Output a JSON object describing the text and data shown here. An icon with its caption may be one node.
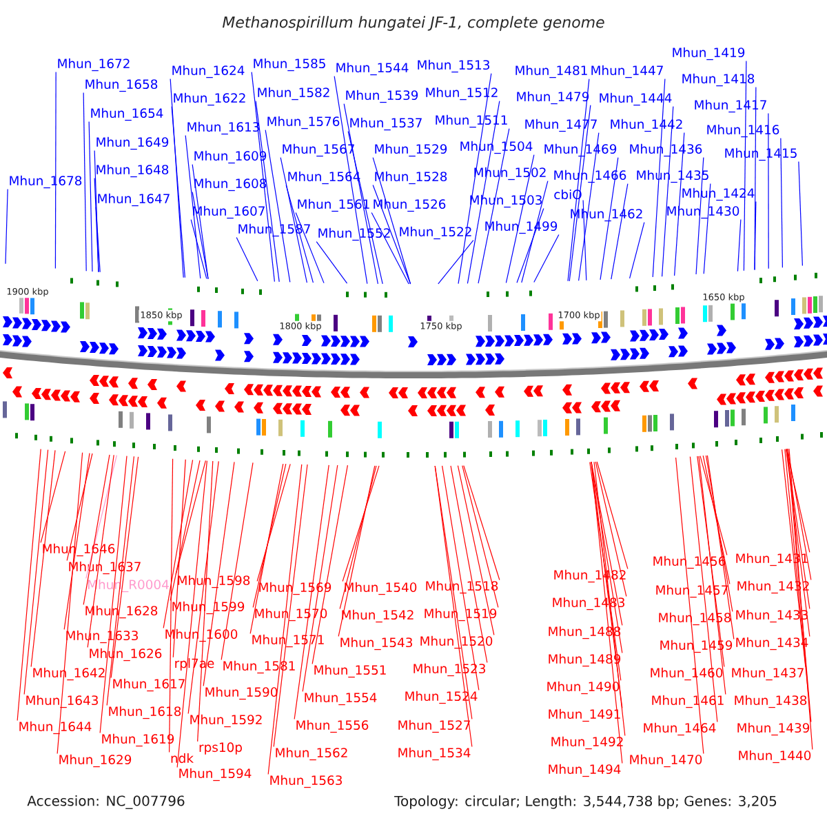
{
  "diagram": {
    "title": "Methanospirillum hungatei JF-1, complete genome",
    "nodes": [
      {
        "text": [
          "Mhun_1672"
        ]
      },
      {
        "text": [
          "Mhun_1658"
        ]
      },
      {
        "text": [
          "Mhun_1654"
        ]
      },
      {
        "text": [
          "Mhun_1649"
        ]
      },
      {
        "text": [
          "Mhun_1648"
        ]
      },
      {
        "text": [
          "Mhun_1647"
        ]
      },
      {
        "text": [
          "Mhun_1678"
        ]
      },
      {
        "text": [
          "Mhun_1624"
        ]
      },
      {
        "text": [
          "Mhun_1622"
        ]
      },
      {
        "text": [
          "Mhun_1613"
        ]
      },
      {
        "text": [
          "Mhun_1609"
        ]
      },
      {
        "text": [
          "Mhun_1608"
        ]
      },
      {
        "text": [
          "Mhun_1607"
        ]
      },
      {
        "text": [
          "Mhun_1585"
        ]
      },
      {
        "text": [
          "Mhun_1582"
        ]
      },
      {
        "text": [
          "Mhun_1576"
        ]
      },
      {
        "text": [
          "Mhun_1567"
        ]
      },
      {
        "text": [
          "Mhun_1564"
        ]
      },
      {
        "text": [
          "Mhun_1561"
        ]
      },
      {
        "text": [
          "Mhun_1587"
        ]
      },
      {
        "text": [
          "Mhun_1552"
        ]
      },
      {
        "text": [
          "Mhun_1544"
        ]
      },
      {
        "text": [
          "Mhun_1539"
        ]
      },
      {
        "text": [
          "Mhun_1537"
        ]
      },
      {
        "text": [
          "Mhun_1529"
        ]
      },
      {
        "text": [
          "Mhun_1528"
        ]
      },
      {
        "text": [
          "Mhun_1526"
        ]
      },
      {
        "text": [
          "Mhun_1522"
        ]
      },
      {
        "text": [
          "Mhun_1513"
        ]
      },
      {
        "text": [
          "Mhun_1512"
        ]
      },
      {
        "text": [
          "Mhun_1511"
        ]
      },
      {
        "text": [
          "Mhun_1504"
        ]
      },
      {
        "text": [
          "Mhun_1502"
        ]
      },
      {
        "text": [
          "Mhun_1503"
        ]
      },
      {
        "text": [
          "Mhun_1499"
        ]
      },
      {
        "text": [
          "Mhun_1481"
        ]
      },
      {
        "text": [
          "Mhun_1479"
        ]
      },
      {
        "text": [
          "Mhun_1477"
        ]
      },
      {
        "text": [
          "Mhun_1469"
        ]
      },
      {
        "text": [
          "Mhun_1466"
        ]
      },
      {
        "text": [
          "cbiO"
        ]
      },
      {
        "text": [
          "Mhun_1462"
        ]
      },
      {
        "text": [
          "Mhun_1447"
        ]
      },
      {
        "text": [
          "Mhun_1444"
        ]
      },
      {
        "text": [
          "Mhun_1442"
        ]
      },
      {
        "text": [
          "Mhun_1436"
        ]
      },
      {
        "text": [
          "Mhun_1435"
        ]
      },
      {
        "text": [
          "Mhun_1424"
        ]
      },
      {
        "text": [
          "Mhun_1430"
        ]
      },
      {
        "text": [
          "Mhun_1419"
        ]
      },
      {
        "text": [
          "Mhun_1418"
        ]
      },
      {
        "text": [
          "Mhun_1417"
        ]
      },
      {
        "text": [
          "Mhun_1416"
        ]
      },
      {
        "text": [
          "Mhun_1415"
        ]
      },
      {
        "text": [
          "Mhun_1646"
        ]
      },
      {
        "text": [
          "Mhun_1637"
        ]
      },
      {
        "text": [
          "Mhun_R0004"
        ]
      },
      {
        "text": [
          "Mhun_1628"
        ]
      },
      {
        "text": [
          "Mhun_1633"
        ]
      },
      {
        "text": [
          "Mhun_1626"
        ]
      },
      {
        "text": [
          "Mhun_1642"
        ]
      },
      {
        "text": [
          "Mhun_1617"
        ]
      },
      {
        "text": [
          "Mhun_1643"
        ]
      },
      {
        "text": [
          "Mhun_1618"
        ]
      },
      {
        "text": [
          "Mhun_1644"
        ]
      },
      {
        "text": [
          "Mhun_1619"
        ]
      },
      {
        "text": [
          "Mhun_1629"
        ]
      },
      {
        "text": [
          "Mhun_1598"
        ]
      },
      {
        "text": [
          "Mhun_1599"
        ]
      },
      {
        "text": [
          "Mhun_1600"
        ]
      },
      {
        "text": [
          "rpl7ae"
        ]
      },
      {
        "text": [
          "Mhun_1581"
        ]
      },
      {
        "text": [
          "Mhun_1590"
        ]
      },
      {
        "text": [
          "Mhun_1592"
        ]
      },
      {
        "text": [
          "rps10p"
        ]
      },
      {
        "text": [
          "ndk"
        ]
      },
      {
        "text": [
          "Mhun_1594"
        ]
      },
      {
        "text": [
          "Mhun_1569"
        ]
      },
      {
        "text": [
          "Mhun_1570"
        ]
      },
      {
        "text": [
          "Mhun_1571"
        ]
      },
      {
        "text": [
          "Mhun_1551"
        ]
      },
      {
        "text": [
          "Mhun_1554"
        ]
      },
      {
        "text": [
          "Mhun_1556"
        ]
      },
      {
        "text": [
          "Mhun_1562"
        ]
      },
      {
        "text": [
          "Mhun_1563"
        ]
      },
      {
        "text": [
          "Mhun_1540"
        ]
      },
      {
        "text": [
          "Mhun_1542"
        ]
      },
      {
        "text": [
          "Mhun_1543"
        ]
      },
      {
        "text": [
          "Mhun_1518"
        ]
      },
      {
        "text": [
          "Mhun_1519"
        ]
      },
      {
        "text": [
          "Mhun_1520"
        ]
      },
      {
        "text": [
          "Mhun_1523"
        ]
      },
      {
        "text": [
          "Mhun_1524"
        ]
      },
      {
        "text": [
          "Mhun_1527"
        ]
      },
      {
        "text": [
          "Mhun_1534"
        ]
      },
      {
        "text": [
          "Mhun_1482"
        ]
      },
      {
        "text": [
          "Mhun_1483"
        ]
      },
      {
        "text": [
          "Mhun_1488"
        ]
      },
      {
        "text": [
          "Mhun_1489"
        ]
      },
      {
        "text": [
          "Mhun_1490"
        ]
      },
      {
        "text": [
          "Mhun_1491"
        ]
      },
      {
        "text": [
          "Mhun_1492"
        ]
      },
      {
        "text": [
          "Mhun_1494"
        ]
      },
      {
        "text": [
          "Mhun_1470"
        ]
      },
      {
        "text": [
          "Mhun_1456"
        ]
      },
      {
        "text": [
          "Mhun_1457"
        ]
      },
      {
        "text": [
          "Mhun_1458"
        ]
      },
      {
        "text": [
          "Mhun_1459"
        ]
      },
      {
        "text": [
          "Mhun_1460"
        ]
      },
      {
        "text": [
          "Mhun_1461"
        ]
      },
      {
        "text": [
          "Mhun_1464"
        ]
      },
      {
        "text": [
          "Mhun_1431"
        ]
      },
      {
        "text": [
          "Mhun_1432"
        ]
      },
      {
        "text": [
          "Mhun_1433"
        ]
      },
      {
        "text": [
          "Mhun_1434"
        ]
      },
      {
        "text": [
          "Mhun_1437"
        ]
      },
      {
        "text": [
          "Mhun_1438"
        ]
      },
      {
        "text": [
          "Mhun_1439"
        ]
      },
      {
        "text": [
          "Mhun_1440"
        ]
      }
    ],
    "edges": [
      {
        "from": 0,
        "to": null,
        "arrow": "none",
        "color": "#0000ff"
      },
      {
        "from": 1,
        "to": null,
        "arrow": "none",
        "color": "#0000ff"
      },
      {
        "from": 2,
        "to": null,
        "arrow": "none",
        "color": "#0000ff"
      },
      {
        "from": 3,
        "to": null,
        "arrow": "none",
        "color": "#0000ff"
      },
      {
        "from": 4,
        "to": null,
        "arrow": "none",
        "color": "#0000ff"
      },
      {
        "from": 5,
        "to": null,
        "arrow": "none",
        "color": "#0000ff"
      },
      {
        "from": 6,
        "to": null,
        "arrow": "none",
        "color": "#0000ff"
      },
      {
        "from": 7,
        "to": null,
        "arrow": "none",
        "color": "#0000ff"
      },
      {
        "from": 8,
        "to": null,
        "arrow": "none",
        "color": "#0000ff"
      },
      {
        "from": 9,
        "to": null,
        "arrow": "none",
        "color": "#0000ff"
      },
      {
        "from": 10,
        "to": null,
        "arrow": "none",
        "color": "#0000ff"
      },
      {
        "from": 11,
        "to": null,
        "arrow": "none",
        "color": "#0000ff"
      },
      {
        "from": 12,
        "to": null,
        "arrow": "none",
        "color": "#0000ff"
      },
      {
        "from": 13,
        "to": null,
        "arrow": "none",
        "color": "#0000ff"
      },
      {
        "from": 14,
        "to": null,
        "arrow": "none",
        "color": "#0000ff"
      },
      {
        "from": 15,
        "to": null,
        "arrow": "none",
        "color": "#0000ff"
      },
      {
        "from": 16,
        "to": null,
        "arrow": "none",
        "color": "#0000ff"
      },
      {
        "from": 17,
        "to": null,
        "arrow": "none",
        "color": "#0000ff"
      },
      {
        "from": 18,
        "to": null,
        "arrow": "none",
        "color": "#0000ff"
      },
      {
        "from": 19,
        "to": null,
        "arrow": "none",
        "color": "#0000ff"
      },
      {
        "from": 20,
        "to": null,
        "arrow": "none",
        "color": "#0000ff"
      },
      {
        "from": 21,
        "to": null,
        "arrow": "none",
        "color": "#0000ff"
      },
      {
        "from": 22,
        "to": null,
        "arrow": "none",
        "color": "#0000ff"
      },
      {
        "from": 23,
        "to": null,
        "arrow": "none",
        "color": "#0000ff"
      },
      {
        "from": 24,
        "to": null,
        "arrow": "none",
        "color": "#0000ff"
      },
      {
        "from": 25,
        "to": null,
        "arrow": "none",
        "color": "#0000ff"
      },
      {
        "from": 26,
        "to": null,
        "arrow": "none",
        "color": "#0000ff"
      },
      {
        "from": 27,
        "to": null,
        "arrow": "none",
        "color": "#0000ff"
      },
      {
        "from": 28,
        "to": null,
        "arrow": "none",
        "color": "#0000ff"
      },
      {
        "from": 29,
        "to": null,
        "arrow": "none",
        "color": "#0000ff"
      },
      {
        "from": 30,
        "to": null,
        "arrow": "none",
        "color": "#0000ff"
      },
      {
        "from": 31,
        "to": null,
        "arrow": "none",
        "color": "#0000ff"
      },
      {
        "from": 32,
        "to": null,
        "arrow": "none",
        "color": "#0000ff"
      },
      {
        "from": 33,
        "to": null,
        "arrow": "none",
        "color": "#0000ff"
      },
      {
        "from": 34,
        "to": null,
        "arrow": "none",
        "color": "#0000ff"
      },
      {
        "from": 35,
        "to": null,
        "arrow": "none",
        "color": "#0000ff"
      },
      {
        "from": 36,
        "to": null,
        "arrow": "none",
        "color": "#0000ff"
      },
      {
        "from": 37,
        "to": null,
        "arrow": "none",
        "color": "#0000ff"
      },
      {
        "from": 38,
        "to": null,
        "arrow": "none",
        "color": "#0000ff"
      },
      {
        "from": 39,
        "to": null,
        "arrow": "none",
        "color": "#0000ff"
      },
      {
        "from": 40,
        "to": null,
        "arrow": "none",
        "color": "#0000ff"
      },
      {
        "from": 41,
        "to": null,
        "arrow": "none",
        "color": "#0000ff"
      },
      {
        "from": 42,
        "to": null,
        "arrow": "none",
        "color": "#0000ff"
      },
      {
        "from": 43,
        "to": null,
        "arrow": "none",
        "color": "#0000ff"
      },
      {
        "from": 44,
        "to": null,
        "arrow": "none",
        "color": "#0000ff"
      },
      {
        "from": 45,
        "to": null,
        "arrow": "none",
        "color": "#0000ff"
      },
      {
        "from": 46,
        "to": null,
        "arrow": "none",
        "color": "#0000ff"
      },
      {
        "from": 47,
        "to": null,
        "arrow": "none",
        "color": "#0000ff"
      },
      {
        "from": 48,
        "to": null,
        "arrow": "none",
        "color": "#0000ff"
      },
      {
        "from": 49,
        "to": null,
        "arrow": "none",
        "color": "#0000ff"
      },
      {
        "from": 50,
        "to": null,
        "arrow": "none",
        "color": "#0000ff"
      },
      {
        "from": 51,
        "to": null,
        "arrow": "none",
        "color": "#0000ff"
      },
      {
        "from": 52,
        "to": null,
        "arrow": "none",
        "color": "#0000ff"
      },
      {
        "from": 53,
        "to": null,
        "arrow": "none",
        "color": "#0000ff"
      },
      {
        "from": 54,
        "to": null,
        "arrow": "none"
      },
      {
        "from": 55,
        "to": null,
        "arrow": "none"
      },
      {
        "from": 56,
        "to": null,
        "arrow": "none",
        "color": "#ff99cc"
      },
      {
        "from": 57,
        "to": null,
        "arrow": "none"
      },
      {
        "from": 58,
        "to": null,
        "arrow": "none"
      },
      {
        "from": 59,
        "to": null,
        "arrow": "none"
      },
      {
        "from": 60,
        "to": null,
        "arrow": "none"
      },
      {
        "from": 61,
        "to": null,
        "arrow": "none"
      },
      {
        "from": 62,
        "to": null,
        "arrow": "none"
      },
      {
        "from": 63,
        "to": null,
        "arrow": "none"
      },
      {
        "from": 64,
        "to": null,
        "arrow": "none"
      },
      {
        "from": 65,
        "to": null,
        "arrow": "none"
      },
      {
        "from": 66,
        "to": null,
        "arrow": "none"
      },
      {
        "from": 67,
        "to": null,
        "arrow": "none"
      },
      {
        "from": 68,
        "to": null,
        "arrow": "none"
      },
      {
        "from": 69,
        "to": null,
        "arrow": "none"
      },
      {
        "from": 70,
        "to": null,
        "arrow": "none"
      },
      {
        "from": 71,
        "to": null,
        "arrow": "none"
      },
      {
        "from": 72,
        "to": null,
        "arrow": "none"
      },
      {
        "from": 73,
        "to": null,
        "arrow": "none"
      },
      {
        "from": 74,
        "to": null,
        "arrow": "none"
      },
      {
        "from": 75,
        "to": null,
        "arrow": "none"
      },
      {
        "from": 76,
        "to": null,
        "arrow": "none"
      },
      {
        "from": 77,
        "to": null,
        "arrow": "none"
      },
      {
        "from": 78,
        "to": null,
        "arrow": "none"
      },
      {
        "from": 79,
        "to": null,
        "arrow": "none"
      },
      {
        "from": 80,
        "to": null,
        "arrow": "none"
      },
      {
        "from": 81,
        "to": null,
        "arrow": "none"
      },
      {
        "from": 82,
        "to": null,
        "arrow": "none"
      },
      {
        "from": 83,
        "to": null,
        "arrow": "none"
      },
      {
        "from": 84,
        "to": null,
        "arrow": "none"
      },
      {
        "from": 85,
        "to": null,
        "arrow": "none"
      },
      {
        "from": 86,
        "to": null,
        "arrow": "none"
      },
      {
        "from": 87,
        "to": null,
        "arrow": "none"
      },
      {
        "from": 88,
        "to": null,
        "arrow": "none"
      },
      {
        "from": 89,
        "to": null,
        "arrow": "none"
      },
      {
        "from": 90,
        "to": null,
        "arrow": "none"
      },
      {
        "from": 91,
        "to": null,
        "arrow": "none"
      },
      {
        "from": 92,
        "to": null,
        "arrow": "none"
      },
      {
        "from": 93,
        "to": null,
        "arrow": "none"
      },
      {
        "from": 94,
        "to": null,
        "arrow": "none"
      },
      {
        "from": 95,
        "to": null,
        "arrow": "none"
      },
      {
        "from": 96,
        "to": null,
        "arrow": "none"
      },
      {
        "from": 97,
        "to": null,
        "arrow": "none"
      },
      {
        "from": 98,
        "to": null,
        "arrow": "none"
      },
      {
        "from": 99,
        "to": null,
        "arrow": "none"
      },
      {
        "from": 100,
        "to": null,
        "arrow": "none"
      },
      {
        "from": 101,
        "to": null,
        "arrow": "none"
      },
      {
        "from": 102,
        "to": null,
        "arrow": "none"
      },
      {
        "from": 103,
        "to": null,
        "arrow": "none"
      },
      {
        "from": 104,
        "to": null,
        "arrow": "none"
      },
      {
        "from": 105,
        "to": null,
        "arrow": "none"
      },
      {
        "from": 106,
        "to": null,
        "arrow": "none"
      },
      {
        "from": 107,
        "to": null,
        "arrow": "none"
      },
      {
        "from": 108,
        "to": null,
        "arrow": "none"
      },
      {
        "from": 109,
        "to": null,
        "arrow": "none"
      },
      {
        "from": 110,
        "to": null,
        "arrow": "none"
      },
      {
        "from": 111,
        "to": null,
        "arrow": "none"
      },
      {
        "from": 112,
        "to": null,
        "arrow": "none"
      },
      {
        "from": 113,
        "to": null,
        "arrow": "none"
      },
      {
        "from": 114,
        "to": null,
        "arrow": "none"
      },
      {
        "from": 115,
        "to": null,
        "arrow": "none"
      },
      {
        "from": 116,
        "to": null,
        "arrow": "none"
      },
      {
        "from": 117,
        "to": null,
        "arrow": "none"
      },
      {
        "from": 118,
        "to": null,
        "arrow": "none"
      }
    ],
    "labels": [
      "1900 kbp",
      "1850 kbp",
      "1800 kbp",
      "1750 kbp",
      "1700 kbp",
      "1650 kbp",
      "Accession: NC_007796",
      "Topology: circular; Length: 3,544,738 bp; Genes: 3,205"
    ]
  }
}
